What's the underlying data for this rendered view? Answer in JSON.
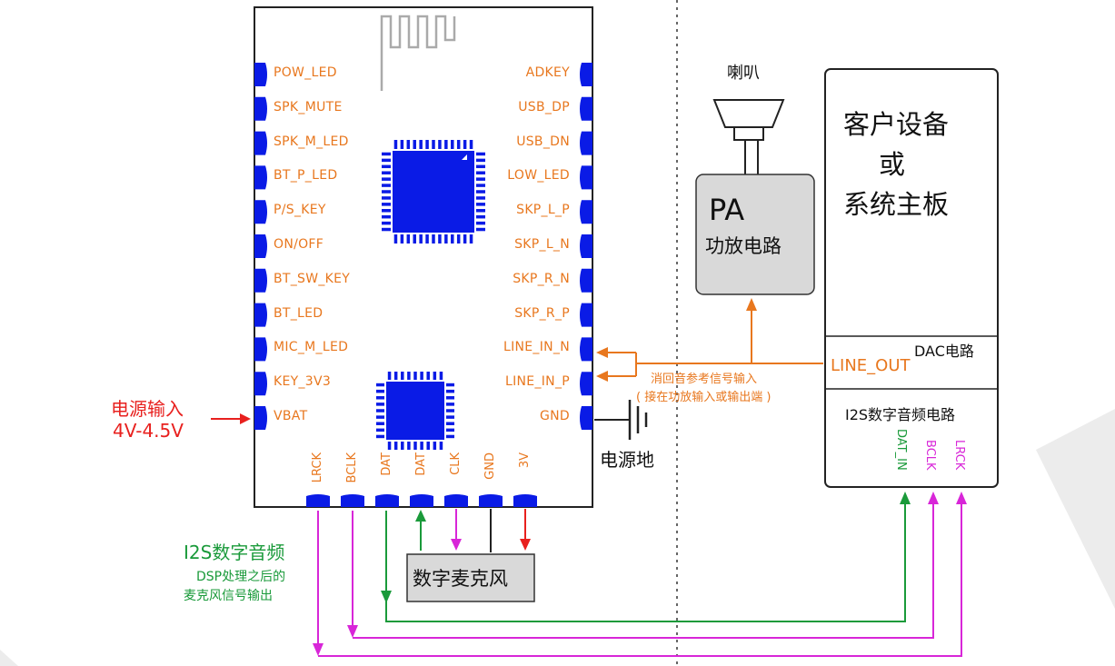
{
  "module": {
    "left_pins": [
      "POW_LED",
      "SPK_MUTE",
      "SPK_M_LED",
      "BT_P_LED",
      "P/S_KEY",
      "ON/OFF",
      "BT_SW_KEY",
      "BT_LED",
      "MIC_M_LED",
      "KEY_3V3",
      "VBAT"
    ],
    "right_pins": [
      "ADKEY",
      "USB_DP",
      "USB_DN",
      "LOW_LED",
      "SKP_L_P",
      "SKP_L_N",
      "SKP_R_N",
      "SKP_R_P",
      "LINE_IN_N",
      "LINE_IN_P",
      "GND"
    ],
    "bottom_pins": [
      "LRCK",
      "BCLK",
      "DAT",
      "DAT",
      "CLK",
      "GND",
      "3V"
    ]
  },
  "power_input": {
    "title": "电源输入",
    "voltage": "4V-4.5V"
  },
  "ground_label": "电源地",
  "speaker_label": "喇叭",
  "pa": {
    "title": "PA",
    "subtitle": "功放电路"
  },
  "customer": {
    "line1": "客户设备",
    "line2": "或",
    "line3": "系统主板",
    "dac": "DAC电路",
    "line_out": "LINE_OUT",
    "i2s": "I2S数字音频电路",
    "pins": [
      "DAT_IN",
      "BCLK",
      "LRCK"
    ]
  },
  "echo_note": {
    "line1": "消回音参考信号输入",
    "line2": "( 接在功放输入或输出端 )"
  },
  "mic_label": "数字麦克风",
  "i2s_note": {
    "title": "I2S数字音频",
    "line1": "DSP处理之后的",
    "line2": "麦克风信号输出"
  },
  "colors": {
    "orange": "#e8771e",
    "blue": "#0a1be6",
    "red": "#e8201e",
    "green": "#1a9a3a",
    "magenta": "#d826d8",
    "gray": "#d9d9d9"
  }
}
